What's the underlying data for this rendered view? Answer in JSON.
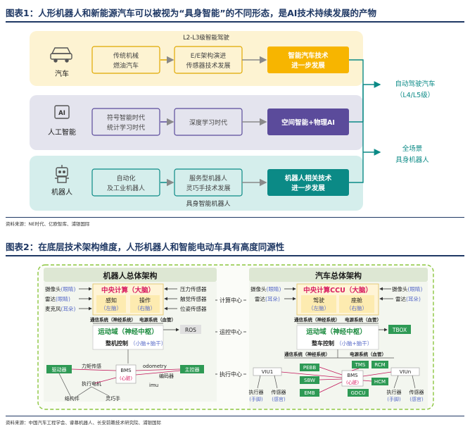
{
  "fig1": {
    "title": "图表1：人形机器人和新能源汽车可以被视为“具身智能”的不同形态，是AI技术持续发展的产物",
    "row_car": {
      "label": "汽车",
      "box1_line1": "传统机械",
      "box1_line2": "燃油汽车",
      "box2_line1": "E/E架构演进",
      "box2_line2": "传感器技术发展",
      "note": "L2-L3级智能驾驶",
      "result_line1": "智能汽车技术",
      "result_line2": "进一步发展"
    },
    "row_ai": {
      "label": "人工智能",
      "icon_text": "AI",
      "box1_line1": "符号智能时代",
      "box1_line2": "统计学习时代",
      "box2": "深度学习时代",
      "result": "空间智能+物理AI"
    },
    "row_robot": {
      "label": "机器人",
      "box1_line1": "自动化",
      "box1_line2": "及工业机器人",
      "box2_line1": "服务型机器人",
      "box2_line2": "灵巧手技术发展",
      "note": "具身智能机器人",
      "result_line1": "机器人相关技术",
      "result_line2": "进一步发展"
    },
    "out_top_line1": "自动驾驶汽车",
    "out_top_line2": "（L4/L5级）",
    "out_bottom_line1": "全场景",
    "out_bottom_line2": "具身机器人",
    "source": "资料来源：NE时代、亿欧智库、浦银国际"
  },
  "fig2": {
    "title": "图表2：在底层技术架构维度，人形机器人和智能电动车具有高度同源性",
    "robot": {
      "header": "机器人总体架构",
      "sensors_left": [
        {
          "name": "摄像头",
          "tag": "眼睛"
        },
        {
          "name": "雷达",
          "tag": "眼睛"
        },
        {
          "name": "麦克风",
          "tag": "耳朵"
        }
      ],
      "sensors_right": [
        "压力传感器",
        "触觉传感器",
        "位姿传感器"
      ],
      "central": "中央计算（大脑）",
      "perceive": "感知",
      "perceive_tag": "（左脑）",
      "operate": "操作",
      "operate_tag": "（右脑）",
      "comm": "通信系统（神经系统）",
      "power": "电源系统（血管）",
      "motion": "运动域（神经中枢）",
      "ros": "ROS",
      "machine": "整机控制",
      "machine_tag": "（小脑+脑干）",
      "drive": "驱动器",
      "force": "力矩传感",
      "bms": "BMS",
      "bms_tag": "(心脏)",
      "odometry": "odometry",
      "encoder": "编码器",
      "imu": "imu",
      "main_ctrl": "主控器",
      "actuator": "执行电机",
      "structure": "结构件",
      "hand": "灵巧手"
    },
    "middle": [
      "计算中心",
      "运控中心",
      "执行中心"
    ],
    "car": {
      "header": "汽车总体架构",
      "sensors_left": [
        {
          "name": "摄像头",
          "tag": "眼睛"
        },
        {
          "name": "雷达",
          "tag": "耳朵"
        }
      ],
      "sensors_right": [
        {
          "name": "摄像头",
          "tag": "眼睛"
        },
        {
          "name": "雷达",
          "tag": "耳朵"
        }
      ],
      "central": "中央计算CCU（大脑）",
      "drive": "驾驶",
      "drive_tag": "（左脑）",
      "cabin": "座舱",
      "cabin_tag": "（右脑）",
      "comm": "通信系统（神经系统）",
      "power": "电源系统（血管）",
      "motion": "运动域（神经中枢）",
      "tbox": "TBOX",
      "machine": "整车控制",
      "machine_tag": "（小脑+脑干）",
      "comm2": "通信系统（神经系统）",
      "power2": "电源系统（血管）",
      "viu1": "VIU1",
      "viun": "VIUn",
      "pebb": "PEBB",
      "sbw": "SBW",
      "emb": "EMB",
      "tms": "TMS",
      "rcm": "RCM",
      "bms": "BMS",
      "bms_tag": "(心脏)",
      "hcm": "HCM",
      "gdcu": "GDCU",
      "bottom": [
        {
          "name": "执行器",
          "tag": "手脚"
        },
        {
          "name": "传感器",
          "tag": "感官"
        },
        {
          "name": "执行器",
          "tag": "手脚"
        },
        {
          "name": "传感器",
          "tag": "感官"
        }
      ]
    },
    "source": "资料来源：中国汽车工程学会、睿慕机器人、长安前瞻技术研究院、浦银国际"
  },
  "colors": {
    "navy": "#1f3864",
    "yellow_bg": "#fdf3d2",
    "yellow_box": "#f7b500",
    "purple_bg": "#e6e6ef",
    "purple_box": "#5b4b9b",
    "teal_bg": "#d8f0ef",
    "teal_box": "#0b8a86",
    "green": "#2e9a55",
    "red": "#c2185b"
  }
}
